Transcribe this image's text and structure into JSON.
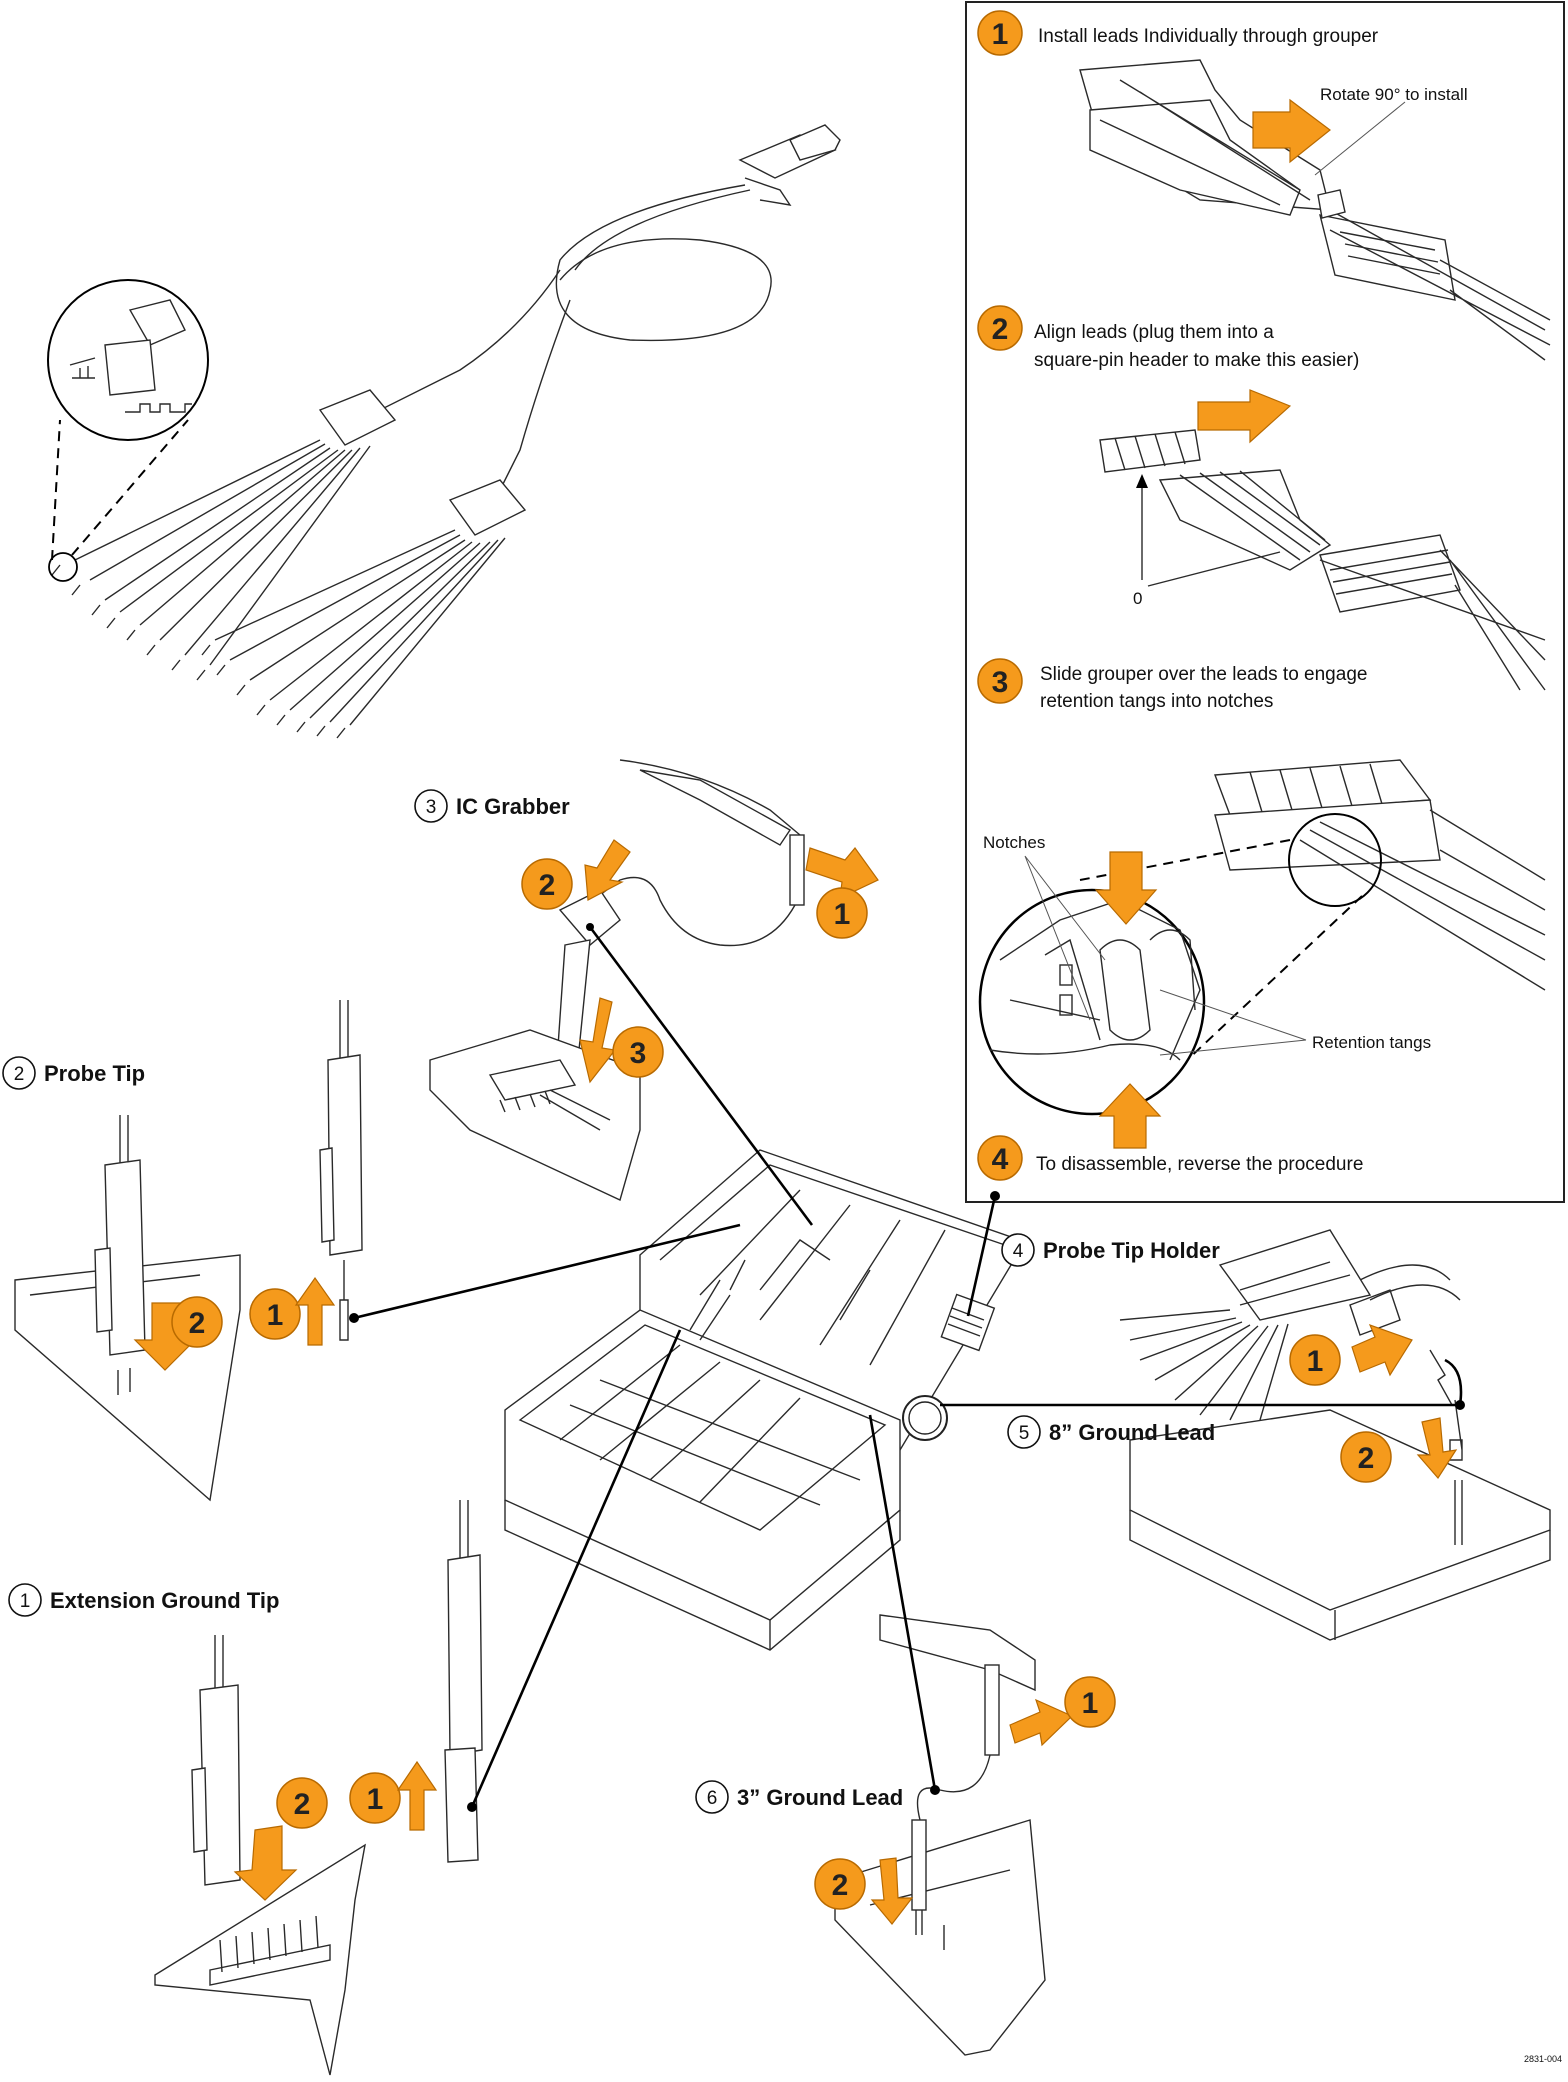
{
  "steps": [
    {
      "num": "1",
      "text": "Install leads Individually through grouper"
    },
    {
      "num": "2",
      "line1": "Align leads (plug them into a",
      "line2": "square-pin header to make this easier)"
    },
    {
      "num": "3",
      "line1": "Slide grouper over the leads to engage",
      "line2": "retention tangs into notches"
    },
    {
      "num": "4",
      "text": "To disassemble, reverse the procedure"
    }
  ],
  "inset_labels": {
    "rotate": "Rotate 90° to install",
    "zero": "0",
    "notches": "Notches",
    "retention_tangs": "Retention tangs"
  },
  "callouts": [
    {
      "num": "1",
      "label": "Extension Ground Tip"
    },
    {
      "num": "2",
      "label": "Probe Tip"
    },
    {
      "num": "3",
      "label": "IC Grabber"
    },
    {
      "num": "4",
      "label": "Probe Tip Holder"
    },
    {
      "num": "5",
      "label": "8” Ground Lead"
    },
    {
      "num": "6",
      "label": "3” Ground Lead"
    }
  ],
  "badges": {
    "ic_grabber": [
      "1",
      "2",
      "3"
    ],
    "probe_tip": [
      "1",
      "2"
    ],
    "extension_ground_tip": [
      "1",
      "2"
    ],
    "probe_tip_holder": [
      "1",
      "2"
    ],
    "ground_lead_3in": [
      "1",
      "2"
    ]
  },
  "figure_id": "2831-004",
  "colors": {
    "accent": "#f59a1c",
    "line": "#2a2a2a"
  }
}
